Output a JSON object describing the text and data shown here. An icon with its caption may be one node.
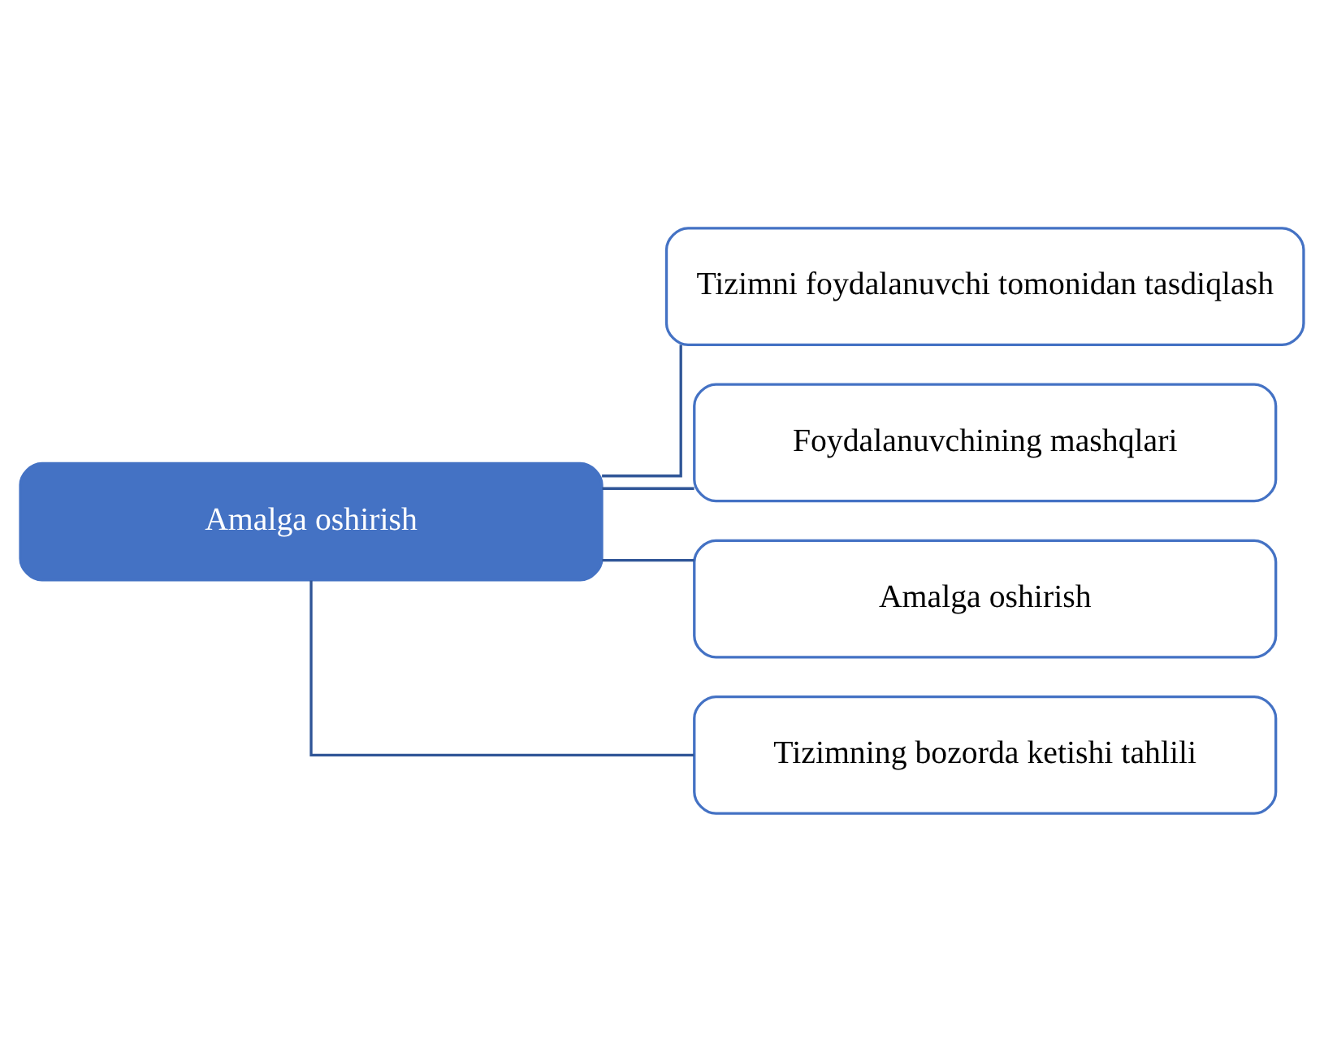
{
  "diagram": {
    "nodes": [
      {
        "text": [
          "Amalga oshirish"
        ]
      },
      {
        "text": [
          "Tizimni foydalanuvchi tomonidan tasdiqlash"
        ]
      },
      {
        "text": [
          "Foydalanuvchining mashqlari"
        ]
      },
      {
        "text": [
          "Amalga oshirish"
        ]
      },
      {
        "text": [
          "Tizimning bozorda ketishi tahlili"
        ]
      }
    ],
    "edges": [
      {
        "from": 0,
        "to": 1,
        "arrow": "none"
      },
      {
        "from": 0,
        "to": 2,
        "arrow": "none"
      },
      {
        "from": 0,
        "to": 3,
        "arrow": "none"
      },
      {
        "from": 0,
        "to": 4,
        "arrow": "none"
      }
    ]
  }
}
